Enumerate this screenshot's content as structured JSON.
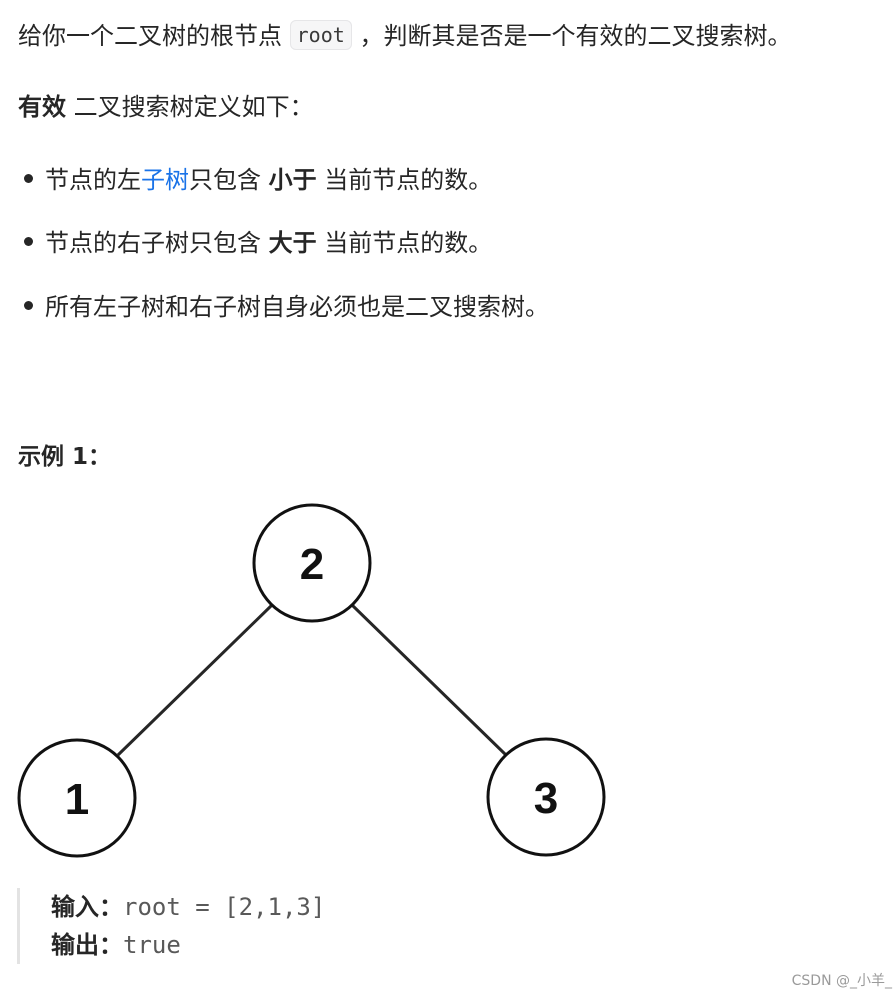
{
  "intro": {
    "before": "给你一个二叉树的根节点",
    "code": "root",
    "after": "，判断其是否是一个有效的二叉搜索树。"
  },
  "definition": {
    "bold": "有效",
    "rest": " 二叉搜索树定义如下："
  },
  "rules": [
    {
      "prefix": "节点的左",
      "link": "子树",
      "middle": "只包含 ",
      "bold": "小于",
      "suffix": " 当前节点的数。"
    },
    {
      "prefix": "节点的右子树只包含 ",
      "bold": "大于",
      "suffix": " 当前节点的数。"
    },
    {
      "text": "所有左子树和右子树自身必须也是二叉搜索树。"
    }
  ],
  "example": {
    "title": "示例 1：",
    "tree": {
      "root": "2",
      "left": "1",
      "right": "3"
    },
    "input_label": "输入：",
    "input_value": "root = [2,1,3]",
    "output_label": "输出：",
    "output_value": "true"
  },
  "watermark": "CSDN @_小羊_"
}
